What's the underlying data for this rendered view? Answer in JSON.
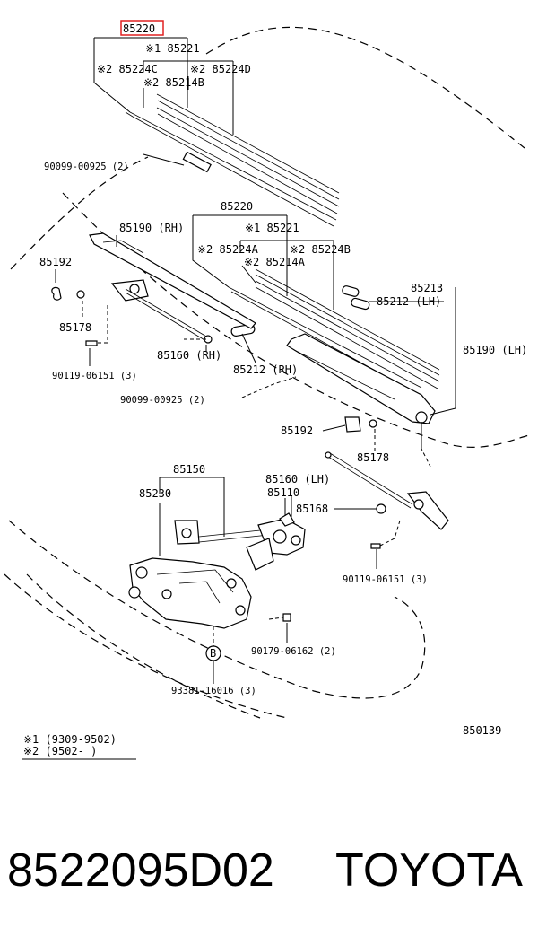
{
  "diagram": {
    "highlighted_part": "85220",
    "labels": {
      "top_85221": "※1  85221",
      "top_85224c": "※2  85224C",
      "top_85224d": "※2  85224D",
      "top_85214b": "※2  85214B",
      "bolt_top": "90099-00925 (2)",
      "mid_85220": "85220",
      "mid_85221": "※1  85221",
      "mid_85224a": "※2  85224A",
      "mid_85224b": "※2  85224B",
      "mid_85214a": "※2  85214A",
      "arm_rh": "85190 (RH)",
      "cap_rh": "85192",
      "nut_rh": "85178",
      "rod_rh": "85160 (RH)",
      "bolt_rh": "90119-06151 (3)",
      "blade_rh": "85212 (RH)",
      "bolt_mid": "90099-00925 (2)",
      "insert_85213": "85213",
      "blade_lh": "85212 (LH)",
      "arm_lh": "85190 (LH)",
      "cap_lh": "85192",
      "nut_lh": "85178",
      "link_85150": "85150",
      "motor_85230": "85230",
      "rod_lh": "85160 (LH)",
      "motor_85110": "85110",
      "bush_85168": "85168",
      "bolt_lh": "90119-06151 (3)",
      "bolt_motor": "90179-06162 (2)",
      "grommet_b": "B",
      "bolt_grommet": "93381-16016 (3)",
      "diagram_no": "850139",
      "note1": "※1  (9309-9502)",
      "note2": "※2  (9502-     )"
    }
  },
  "footer": {
    "part_number": "8522095D02",
    "brand": "TOYOTA"
  },
  "colors": {
    "highlight": "#e02020",
    "ink": "#000000",
    "background": "#ffffff"
  }
}
